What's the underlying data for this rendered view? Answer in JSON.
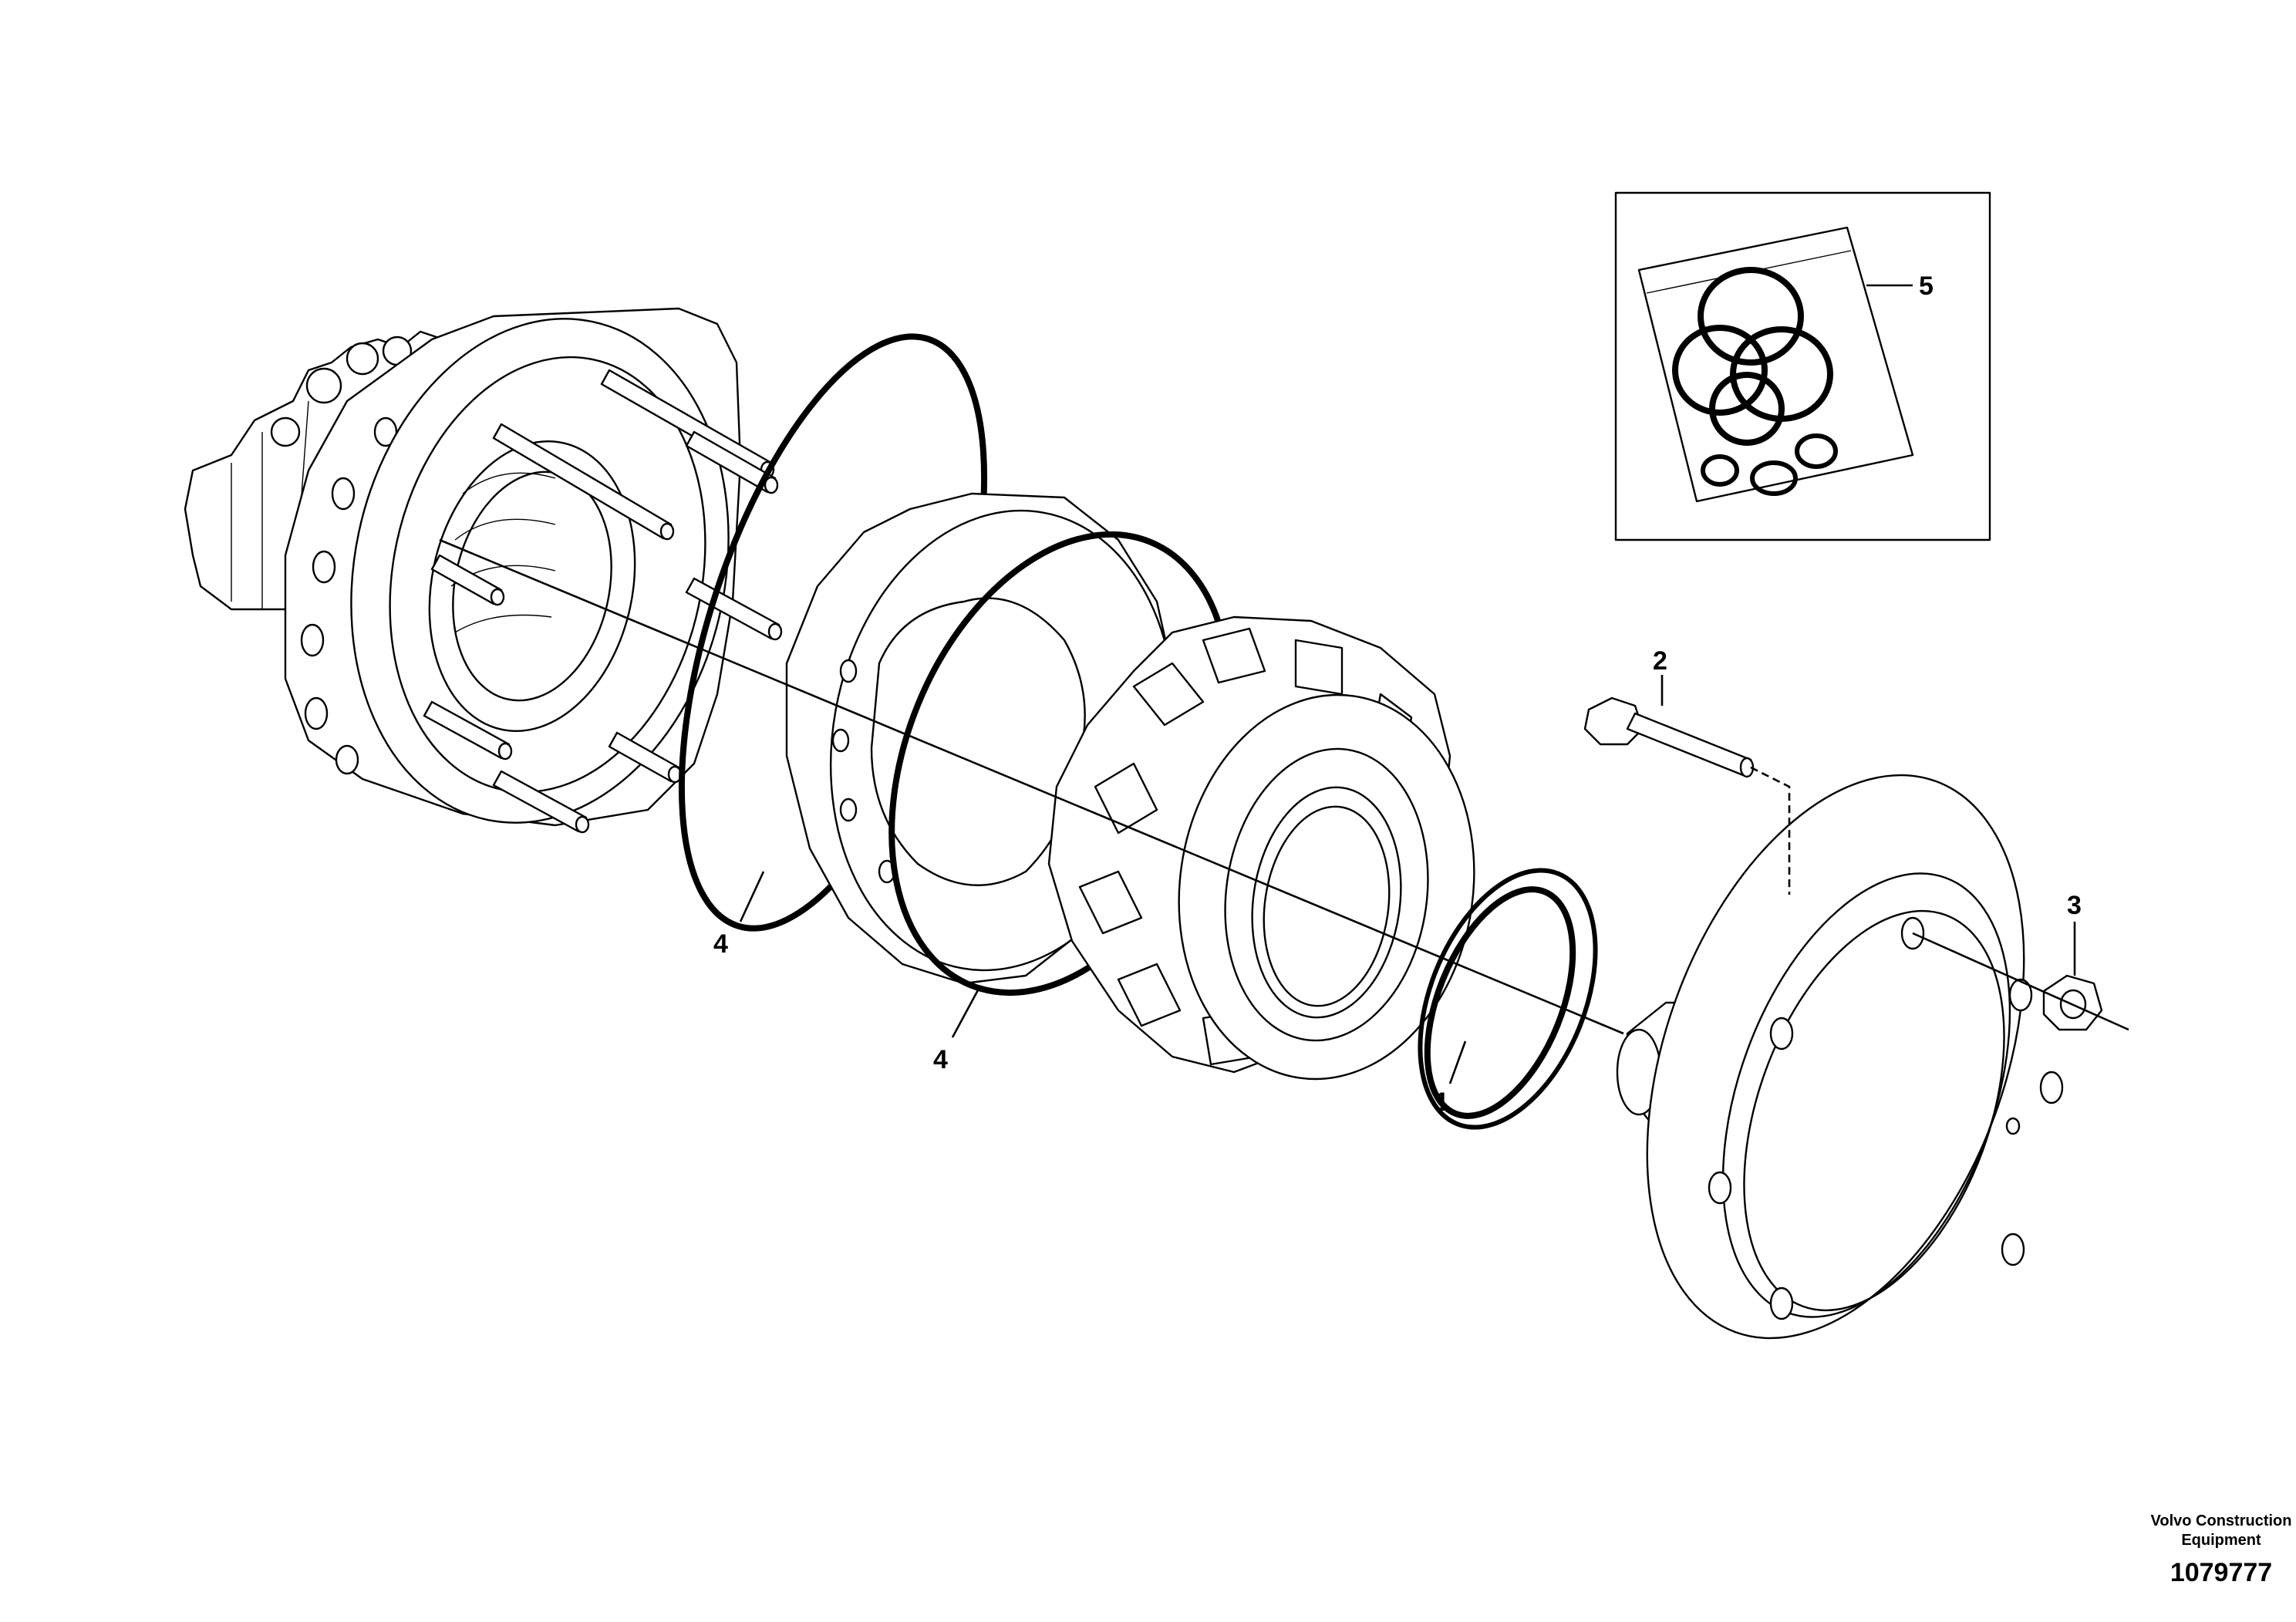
{
  "callouts": {
    "c1": "1",
    "c2": "2",
    "c3": "3",
    "c4a": "4",
    "c4b": "4",
    "c5": "5"
  },
  "footer": {
    "credit_line1": "Volvo Construction",
    "credit_line2": "Equipment",
    "doc_number": "1079777"
  }
}
